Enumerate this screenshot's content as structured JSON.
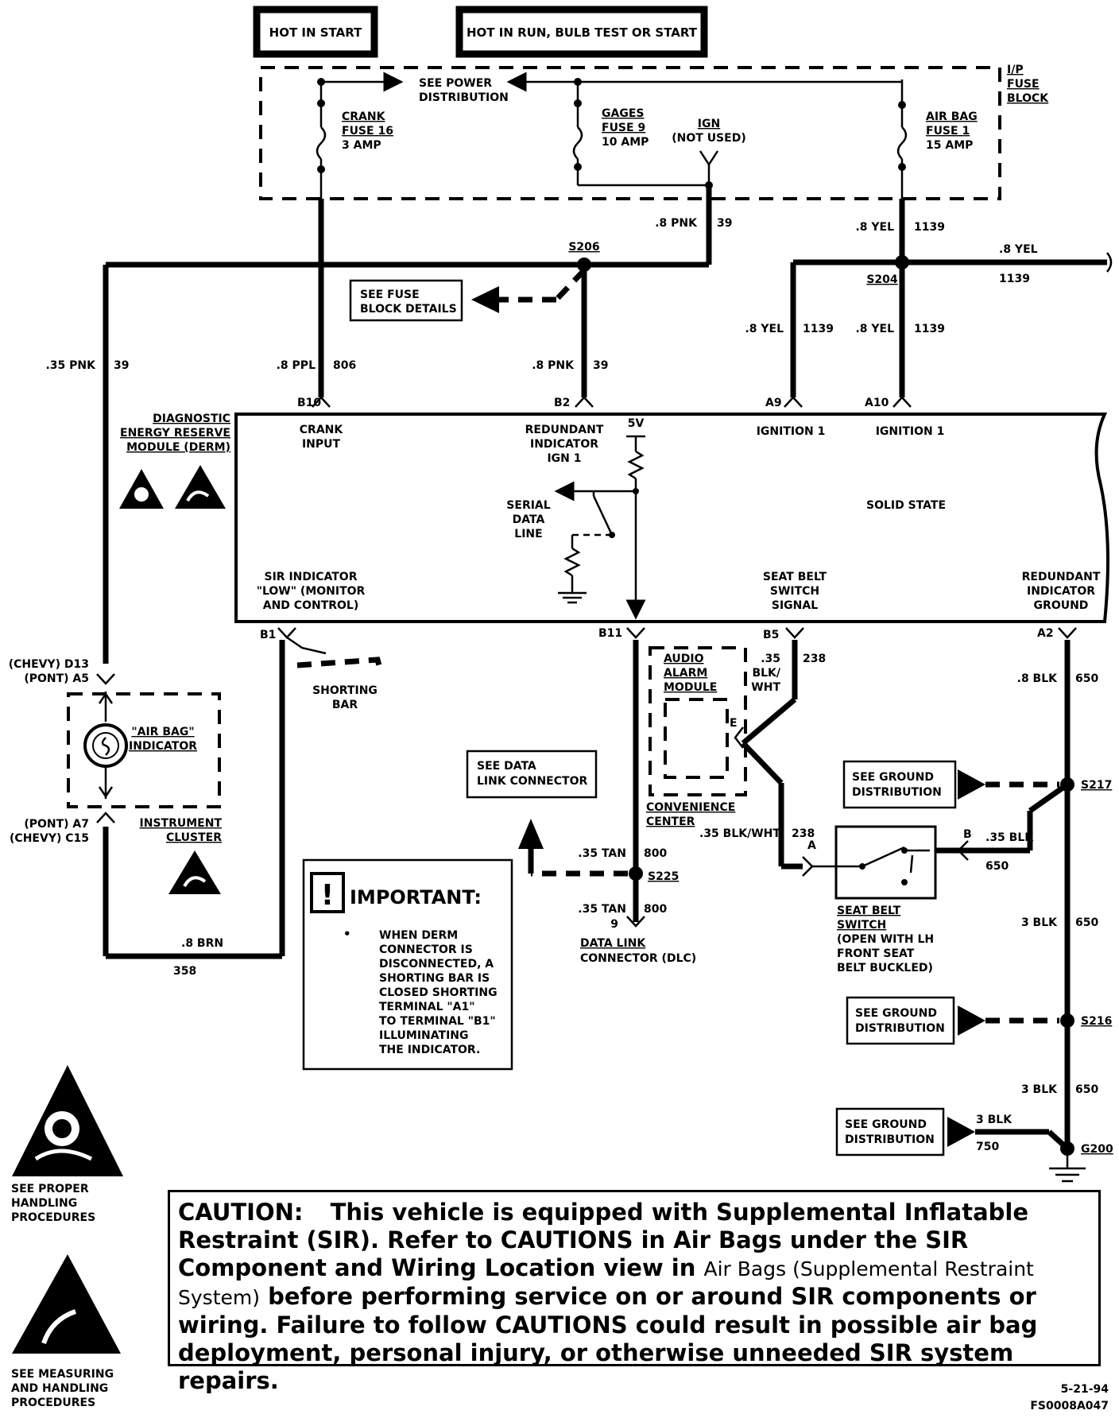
{
  "header": {
    "hot_in_start": "HOT IN START",
    "hot_in_run": "HOT IN RUN, BULB TEST OR START"
  },
  "fuse_block": {
    "title": [
      "I/P",
      "FUSE",
      "BLOCK"
    ],
    "see_power": [
      "SEE POWER",
      "DISTRIBUTION"
    ],
    "crank_fuse": [
      "CRANK",
      "FUSE 16",
      "3 AMP"
    ],
    "gages_fuse": [
      "GAGES",
      "FUSE 9",
      "10 AMP"
    ],
    "ign": [
      "IGN",
      "(NOT USED)"
    ],
    "airbag_fuse": [
      "AIR BAG",
      "FUSE 1",
      "15 AMP"
    ]
  },
  "wires": {
    "pnk_8": ".8 PNK",
    "c39": "39",
    "yel_8": ".8 YEL",
    "c1139": "1139",
    "pnk_35": ".35 PNK",
    "ppl_8": ".8 PPL",
    "c806": "806",
    "blk_8": ".8 BLK",
    "c650": "650",
    "blk_wht_35": ".35",
    "blk_wht_a": "BLK/",
    "blk_wht_b": "WHT",
    "c238": "238",
    "blk_wht_full": ".35 BLK/WHT",
    "tan_35": ".35 TAN",
    "c800": "800",
    "pin9": "9",
    "blk_35": ".35 BLK",
    "blk_3": "3 BLK",
    "c750": "750",
    "brn_8": ".8 BRN",
    "c358": "358"
  },
  "splices": {
    "s206": "S206",
    "s204": "S204",
    "s217": "S217",
    "s225": "S225",
    "s216": "S216",
    "g200": "G200"
  },
  "refs": {
    "fuse_block_details": [
      "SEE FUSE",
      "BLOCK DETAILS"
    ],
    "see_data_link": [
      "SEE DATA",
      "LINK CONNECTOR"
    ],
    "see_ground": [
      "SEE GROUND",
      "DISTRIBUTION"
    ]
  },
  "derm": {
    "title": [
      "DIAGNOSTIC",
      "ENERGY RESERVE",
      "MODULE (DERM)"
    ],
    "pins": {
      "b10": "B10",
      "b2": "B2",
      "a9": "A9",
      "a10": "A10",
      "b1": "B1",
      "b11": "B11",
      "b5": "B5",
      "a2": "A2"
    },
    "crank_input": [
      "CRANK",
      "INPUT"
    ],
    "redundant_ign": [
      "REDUNDANT",
      "INDICATOR",
      "IGN 1"
    ],
    "v5": "5V",
    "ignition1": "IGNITION 1",
    "serial": [
      "SERIAL",
      "DATA",
      "LINE"
    ],
    "solid_state": "SOLID STATE",
    "sir_low": [
      "SIR INDICATOR",
      "\"LOW\" (MONITOR",
      "AND CONTROL)"
    ],
    "seat_belt_signal": [
      "SEAT BELT",
      "SWITCH",
      "SIGNAL"
    ],
    "redundant_ground": [
      "REDUNDANT",
      "INDICATOR",
      "GROUND"
    ]
  },
  "cluster": {
    "chevy_d13": "(CHEVY) D13",
    "pont_a5": "(PONT) A5",
    "airbag_indicator": [
      "\"AIR BAG\"",
      "INDICATOR"
    ],
    "pont_a7": "(PONT) A7",
    "chevy_c15": "(CHEVY) C15",
    "instrument_cluster": [
      "INSTRUMENT",
      "CLUSTER"
    ]
  },
  "shorting_bar": [
    "SHORTING",
    "BAR"
  ],
  "audio_alarm": [
    "AUDIO",
    "ALARM",
    "MODULE"
  ],
  "pin_e": "E",
  "convenience_center": [
    "CONVENIENCE",
    "CENTER"
  ],
  "pin_a": "A",
  "pin_b": "B",
  "seat_belt_switch": [
    "SEAT BELT",
    "SWITCH",
    "(OPEN WITH LH",
    "FRONT SEAT",
    "BELT BUCKLED)"
  ],
  "dlc": [
    "DATA LINK",
    "CONNECTOR (DLC)"
  ],
  "important": {
    "title": "IMPORTANT:",
    "bullet": "•",
    "lines": [
      "WHEN DERM",
      "CONNECTOR IS",
      "DISCONNECTED, A",
      "SHORTING BAR IS",
      "CLOSED SHORTING",
      "TERMINAL \"A1\"",
      "TO TERMINAL \"B1\"",
      "ILLUMINATING",
      "THE INDICATOR."
    ]
  },
  "handling": {
    "proper": [
      "SEE PROPER",
      "HANDLING",
      "PROCEDURES"
    ],
    "measuring": [
      "SEE MEASURING",
      "AND HANDLING",
      "PROCEDURES"
    ]
  },
  "caution": {
    "head": "CAUTION:",
    "part1": "This vehicle is equipped with Supplemental Inflatable Restraint (SIR). Refer to CAUTIONS in Air Bags under the SIR Component and Wiring Location view in",
    "sub": "Air Bags (Supplemental Restraint System)",
    "part2": "before performing service on or around SIR components or wiring. Failure to follow CAUTIONS could result in possible air bag deployment, personal injury, or otherwise unneeded SIR system repairs."
  },
  "footer": {
    "date": "5-21-94",
    "code": "FS0008A047"
  }
}
